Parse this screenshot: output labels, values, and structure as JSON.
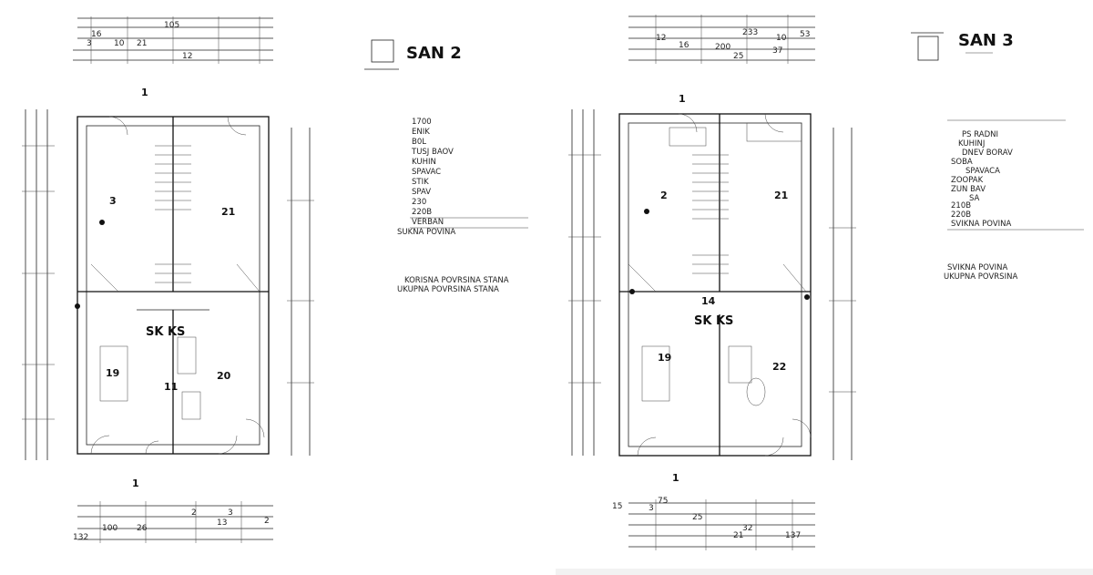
{
  "plans": [
    {
      "id": "left",
      "title": "SAN 2",
      "rooms": [
        "1",
        "3",
        "21",
        "19",
        "20",
        "11",
        "1"
      ],
      "stair_label": "SK KS",
      "top_dims": [
        "105",
        "16",
        "10",
        "21",
        "3",
        "12"
      ],
      "bottom_dims": [
        "3",
        "2",
        "2",
        "100",
        "26",
        "13",
        "132"
      ],
      "table": [
        "1700",
        "ENIK",
        "B0L",
        "TUSJ BAOV",
        "KUHIN",
        "SPAVAC",
        "STIK",
        "SPAV",
        "230",
        "220B",
        "VERBAN",
        "SUKNA POVINA"
      ],
      "notes": [
        "KORISNA POVRSINA STANA",
        "UKUPNA POVRSINA STANA"
      ]
    },
    {
      "id": "right",
      "title": "SAN 3",
      "rooms": [
        "1",
        "2",
        "21",
        "19",
        "22",
        "14",
        "1"
      ],
      "stair_label": "SK KS",
      "top_dims": [
        "12",
        "16",
        "233",
        "10",
        "53",
        "200",
        "25",
        "37"
      ],
      "bottom_dims": [
        "15",
        "3",
        "75",
        "25",
        "32",
        "21",
        "137"
      ],
      "table": [
        "PS RADNI",
        "KUHINJ",
        "DNEV BORAV",
        "SOBA",
        "SPAVACA",
        "ZOOPAK",
        "ZUN BAV",
        "SA",
        "210B",
        "220B",
        "SVIKNA POVINA"
      ],
      "notes": [
        "SVIKNA POVINA",
        "UKUPNA POVRSINA"
      ]
    }
  ]
}
